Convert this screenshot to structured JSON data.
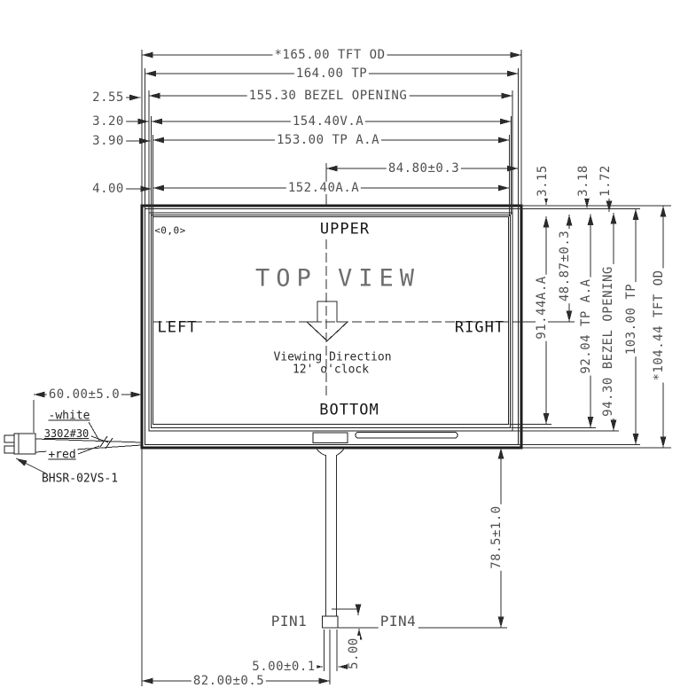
{
  "drawing": {
    "view": {
      "title": "TOP VIEW",
      "upper": "UPPER",
      "bottom": "BOTTOM",
      "left": "LEFT",
      "right": "RIGHT",
      "origin": "<0,0>",
      "viewing_direction_line1": "Viewing Direction",
      "viewing_direction_line2": "12' o'clock"
    },
    "dims": {
      "top": [
        "*165.00 TFT OD",
        "164.00 TP",
        "155.30 BEZEL OPENING",
        "154.40V.A",
        "153.00 TP A.A",
        "84.80±0.3",
        "152.40A.A"
      ],
      "left": [
        "2.55",
        "3.20",
        "3.90",
        "4.00"
      ],
      "right": [
        "3.15",
        "3.18",
        "1.72",
        "91.44A.A",
        "48.87±0.3",
        "92.04 TP A.A",
        "94.30 BEZEL OPENING",
        "103.00 TP",
        "*104.44 TFT OD"
      ],
      "bottom": [
        "78.5±1.0",
        "5.00",
        "5.00±0.1",
        "82.00±0.5"
      ],
      "cable": "60.00±5.0"
    },
    "labels": {
      "pin1": "PIN1",
      "pin4": "PIN4",
      "wire_white": "-white",
      "wire_gauge": "3302#30",
      "wire_red": "+red",
      "connector": "BHSR-02VS-1"
    },
    "colors": {
      "ink": "#2b2b2b",
      "dim_text": "#4f4f4f",
      "view_text": "#6e6e6e",
      "background": "#ffffff"
    }
  }
}
